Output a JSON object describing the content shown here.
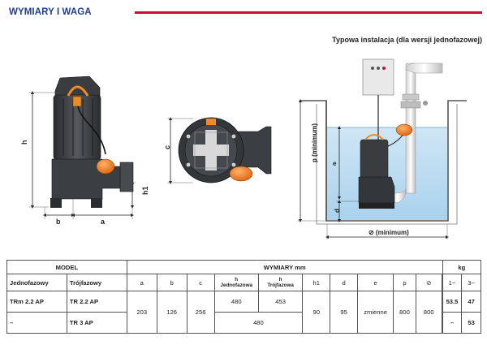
{
  "header": {
    "title": "WYMIARY I WAGA",
    "accent_color": "#c8102e",
    "title_color": "#1f3c8f"
  },
  "installation": {
    "title": "Typowa instalacja (dla wersji jednofazowej)"
  },
  "dimension_labels": {
    "h": "h",
    "h1": "h1",
    "b": "b",
    "a": "a",
    "c": "c",
    "p": "p  (minimum)",
    "e": "e",
    "d": "d",
    "width_min": "⊘  (minimum)"
  },
  "table": {
    "group_model": "MODEL",
    "group_dims": "WYMIARY mm",
    "group_weight": "kg",
    "col_single": "Jednofazowy",
    "col_three": "Trójfazowy",
    "col_a": "a",
    "col_b": "b",
    "col_c": "c",
    "col_h_single_top": "h",
    "col_h_single_bottom": "Jednofazowa",
    "col_h_three_top": "h",
    "col_h_three_bottom": "Trójfazowa",
    "col_h1": "h1",
    "col_d": "d",
    "col_e": "e",
    "col_p": "p",
    "col_slash": "⊘",
    "col_w1": "1~",
    "col_w3": "3~",
    "row1": {
      "single": "TRm 2.2 AP",
      "three": "TR 2.2 AP",
      "h_single": "480",
      "h_three": "453",
      "w1": "53.5",
      "w3": "47"
    },
    "row2": {
      "single": "–",
      "three": "TR 3 AP",
      "h_merged": "480",
      "w1": "–",
      "w3": "53"
    },
    "shared": {
      "a": "203",
      "b": "126",
      "c": "256",
      "h1": "90",
      "d": "95",
      "e": "zmienne",
      "p": "800",
      "slash": "800"
    }
  }
}
